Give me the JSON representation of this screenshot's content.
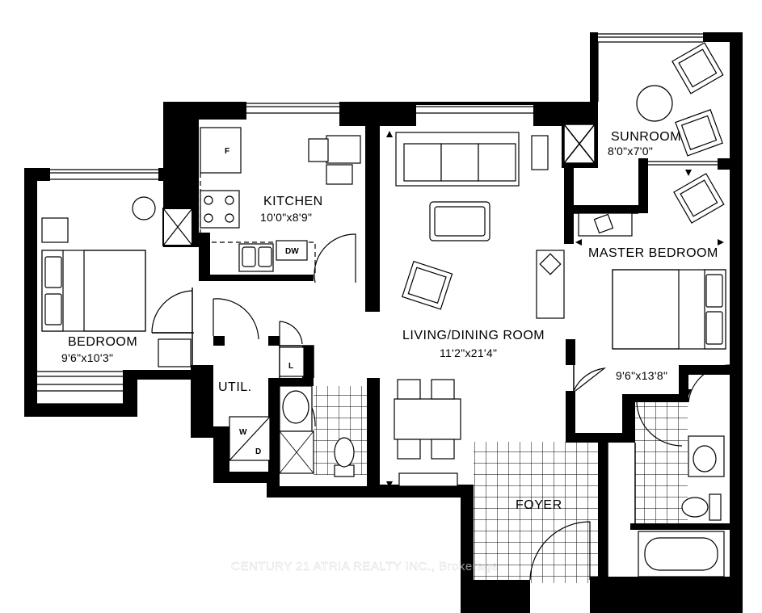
{
  "rooms": {
    "kitchen": {
      "name": "KITCHEN",
      "dims": "10'0\"x8'9\""
    },
    "sunroom": {
      "name": "SUNROOM",
      "dims": "8'0\"x7'0\""
    },
    "master_bedroom": {
      "name": "MASTER BEDROOM",
      "dims": "9'6\"x13'8\""
    },
    "bedroom": {
      "name": "BEDROOM",
      "dims": "9'6\"x10'3\""
    },
    "living_dining": {
      "name": "LIVING/DINING ROOM",
      "dims": "11'2\"x21'4\""
    },
    "util": {
      "name": "UTIL."
    },
    "foyer": {
      "name": "FOYER"
    }
  },
  "appliances": {
    "fridge": "F",
    "dishwasher": "DW",
    "laundry": "L",
    "washer": "W",
    "dryer": "D"
  },
  "watermark": "CENTURY 21 ATRIA REALTY INC., Brokerage"
}
